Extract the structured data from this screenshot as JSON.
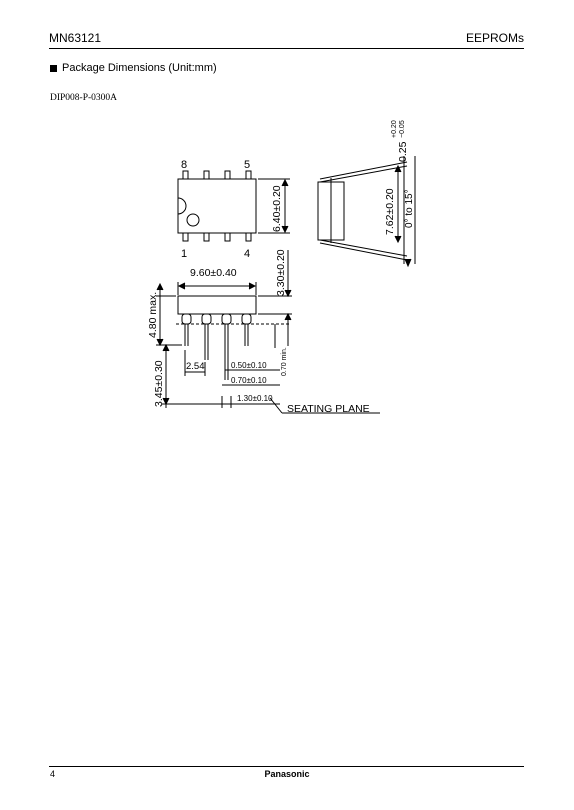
{
  "header": {
    "part": "MN63121",
    "category": "EEPROMs"
  },
  "section_title": "Package Dimensions (Unit:mm)",
  "package_code": "DIP008-P-0300A",
  "drawing": {
    "pin_top_left": "8",
    "pin_top_right": "5",
    "pin_bottom_left": "1",
    "pin_bottom_right": "4",
    "body_width": "6.40±0.20",
    "body_length": "9.60±0.40",
    "body_height": "3.30±0.20",
    "max_height": "4.80 max.",
    "lead_length": "3.45±0.30",
    "pitch": "2.54",
    "lead_width_narrow": "0.50±0.10",
    "lead_width_upper": "0.70±0.10",
    "lead_width_wide": "1.30±0.10",
    "standoff": "0.70 min.",
    "row_spacing": "7.62±0.20",
    "lead_angle": "0° to 15°",
    "lead_thickness": "0.25",
    "lead_thickness_tol_plus": "+0.20",
    "lead_thickness_tol_minus": "−0.05",
    "seating_plane": "SEATING PLANE"
  },
  "footer": {
    "page": "4",
    "brand": "Panasonic"
  }
}
